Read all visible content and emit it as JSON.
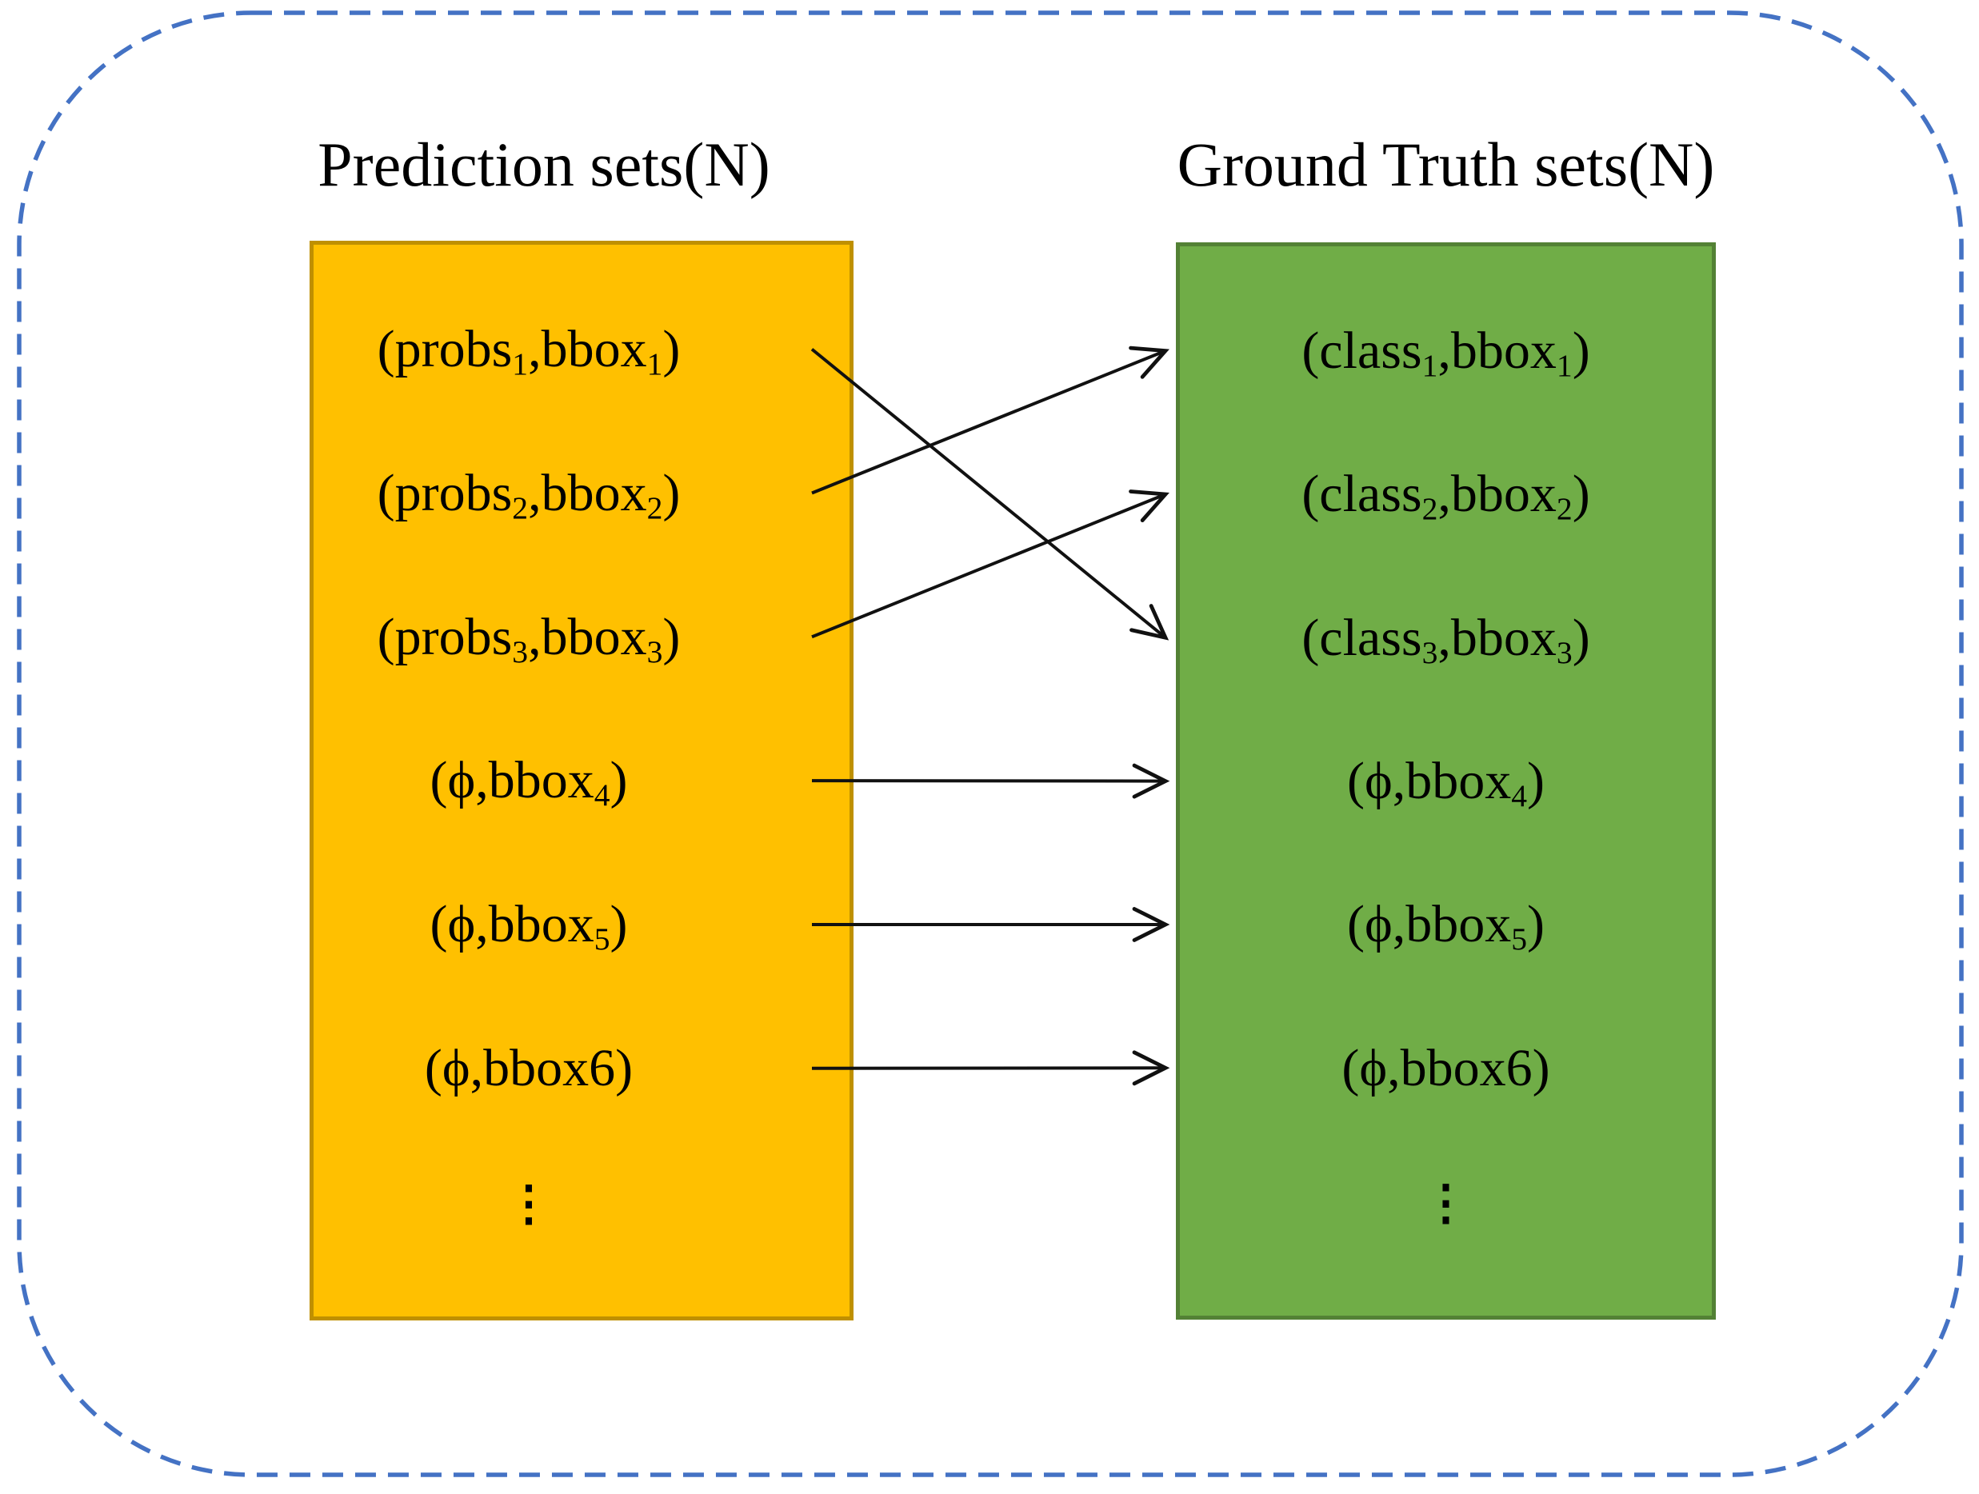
{
  "titles": {
    "left": "Prediction sets(N)",
    "right": "Ground Truth sets(N)"
  },
  "colors": {
    "prediction_fill": "#FFC000",
    "prediction_border": "#BF9000",
    "ground_truth_fill": "#70AD47",
    "ground_truth_border": "#538135",
    "outer_dashed_border": "#4472C4",
    "arrow": "#111111",
    "text": "#000000"
  },
  "prediction_box": {
    "items": [
      {
        "segments": [
          {
            "text": "(probs",
            "sub": "1"
          },
          {
            "text": ",bbox",
            "sub": "1"
          },
          {
            "text": ")"
          }
        ]
      },
      {
        "segments": [
          {
            "text": "(probs",
            "sub": "2"
          },
          {
            "text": ",bbox",
            "sub": "2"
          },
          {
            "text": ")"
          }
        ]
      },
      {
        "segments": [
          {
            "text": "(probs",
            "sub": "3"
          },
          {
            "text": ",bbox",
            "sub": "3"
          },
          {
            "text": ")"
          }
        ]
      },
      {
        "segments": [
          {
            "text": "(ϕ,bbox",
            "sub": "4"
          },
          {
            "text": ")"
          }
        ]
      },
      {
        "segments": [
          {
            "text": "(ϕ,bbox",
            "sub": "5"
          },
          {
            "text": ")"
          }
        ]
      },
      {
        "segments": [
          {
            "text": "(ϕ,bbox6)"
          }
        ]
      },
      {
        "dots": true,
        "segments": [
          {
            "text": "⋮"
          }
        ]
      }
    ]
  },
  "ground_truth_box": {
    "items": [
      {
        "segments": [
          {
            "text": "(class",
            "sub": "1"
          },
          {
            "text": ",bbox",
            "sub": "1"
          },
          {
            "text": ")"
          }
        ]
      },
      {
        "segments": [
          {
            "text": "(class",
            "sub": "2"
          },
          {
            "text": ",bbox",
            "sub": "2"
          },
          {
            "text": ")"
          }
        ]
      },
      {
        "segments": [
          {
            "text": "(class",
            "sub": "3"
          },
          {
            "text": ",bbox",
            "sub": "3"
          },
          {
            "text": ")"
          }
        ]
      },
      {
        "segments": [
          {
            "text": "(ϕ,bbox",
            "sub": "4"
          },
          {
            "text": ")"
          }
        ]
      },
      {
        "segments": [
          {
            "text": "(ϕ,bbox",
            "sub": "5"
          },
          {
            "text": ")"
          }
        ]
      },
      {
        "segments": [
          {
            "text": "(ϕ,bbox6)"
          }
        ]
      },
      {
        "dots": true,
        "segments": [
          {
            "text": "⋮"
          }
        ]
      }
    ]
  },
  "arrows": [
    {
      "from": 0,
      "to": 2
    },
    {
      "from": 1,
      "to": 0
    },
    {
      "from": 2,
      "to": 1
    },
    {
      "from": 3,
      "to": 3
    },
    {
      "from": 4,
      "to": 4
    },
    {
      "from": 5,
      "to": 5
    }
  ]
}
